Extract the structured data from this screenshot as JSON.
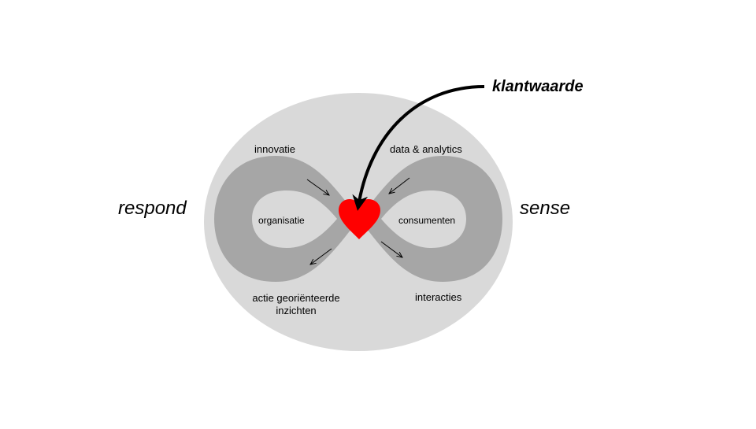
{
  "title": "klantwaarde",
  "sides": {
    "left": "respond",
    "right": "sense"
  },
  "loop_labels": {
    "top_left": "innovatie",
    "top_right": "data & analytics",
    "bottom_left_line1": "actie georiënteerde",
    "bottom_left_line2": "inzichten",
    "bottom_right": "interacties"
  },
  "inner_labels": {
    "left": "organisatie",
    "right": "consumenten"
  },
  "colors": {
    "outer_ellipse": "#d9d9d9",
    "infinity_band": "#a6a6a6",
    "heart": "#ff0000",
    "arrow": "#000000"
  },
  "icons": {
    "center": "heart-icon"
  }
}
